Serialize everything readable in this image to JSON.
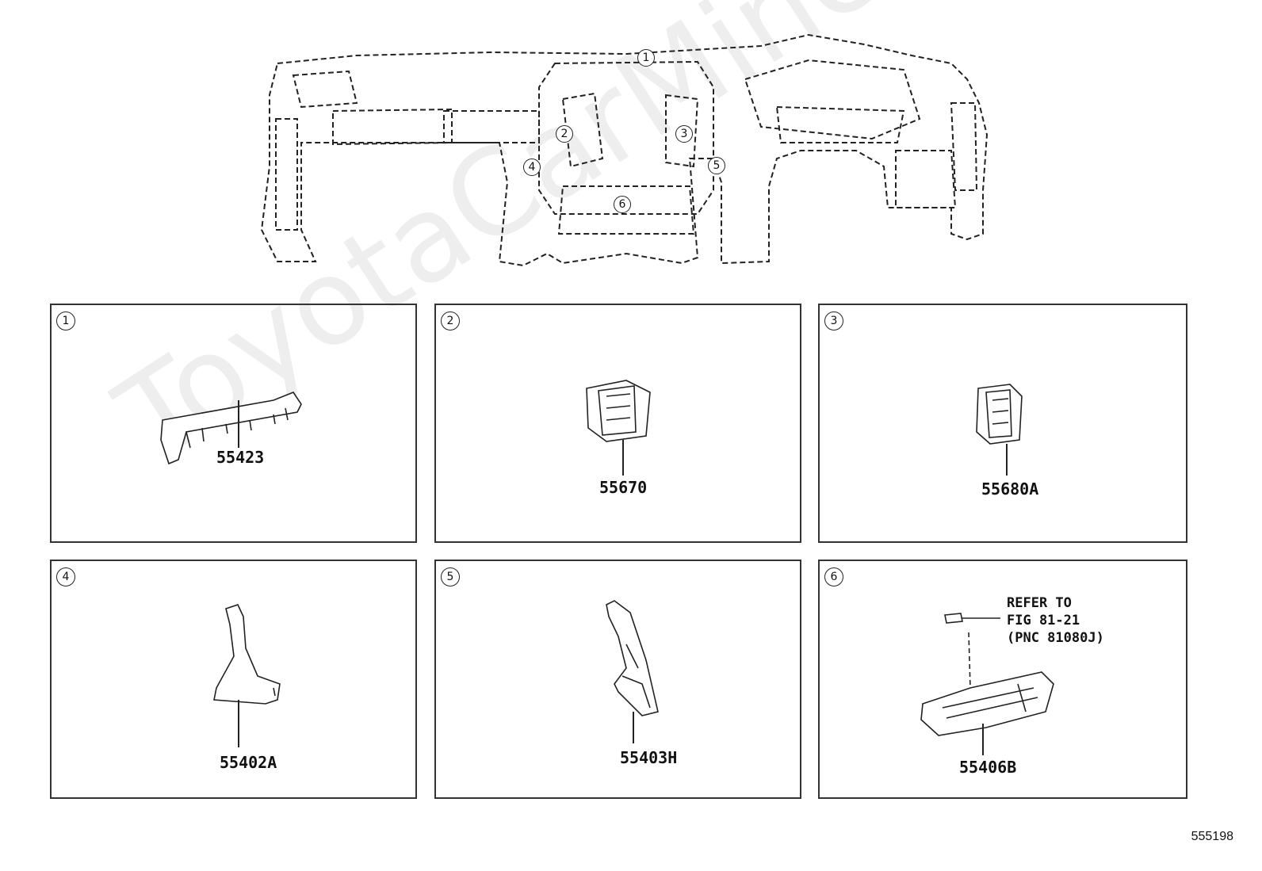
{
  "watermark": "ToyotaCarMine.ru",
  "overview": {
    "callouts": [
      "1",
      "2",
      "3",
      "4",
      "5",
      "6"
    ]
  },
  "panels": [
    {
      "num": "1",
      "part_number": "55423",
      "icon": "center-cluster-finish-panel-icon"
    },
    {
      "num": "2",
      "part_number": "55670",
      "icon": "left-air-register-icon"
    },
    {
      "num": "3",
      "part_number": "55680A",
      "icon": "right-air-register-icon"
    },
    {
      "num": "4",
      "part_number": "55402A",
      "icon": "left-side-panel-icon"
    },
    {
      "num": "5",
      "part_number": "55403H",
      "icon": "right-side-panel-icon"
    },
    {
      "num": "6",
      "part_number": "55406B",
      "icon": "center-register-assembly-icon"
    }
  ],
  "refer_note": {
    "line1": "REFER TO",
    "line2": "FIG 81-21",
    "line3": "(PNC 81080J)"
  },
  "illustration_id": "555198"
}
